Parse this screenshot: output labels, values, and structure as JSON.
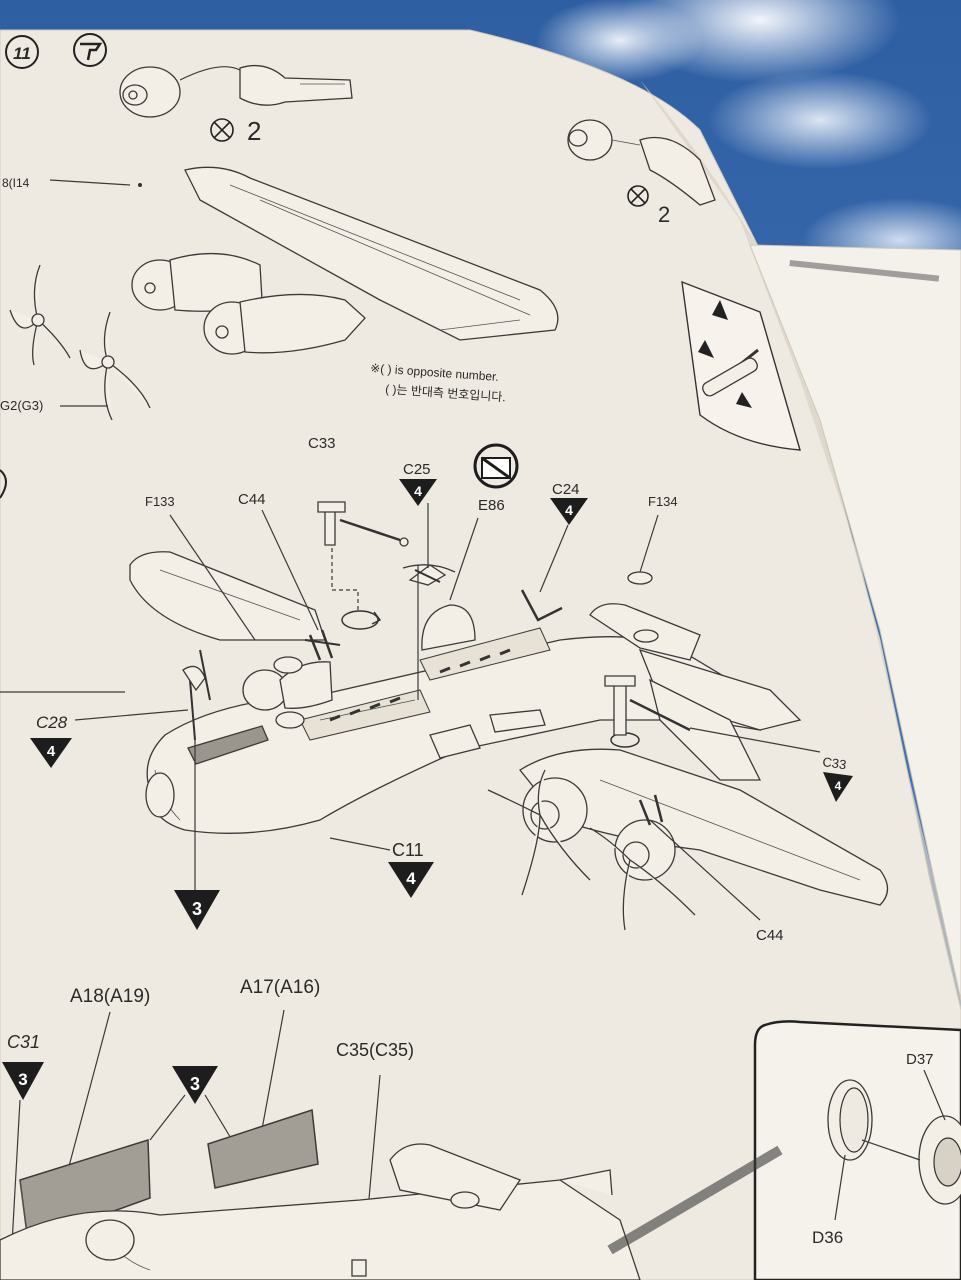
{
  "header": {
    "step_number": "11"
  },
  "instructions": {
    "opposite_number_note_en": "※( ) is opposite number.",
    "opposite_number_note_kr": "( )는 반대측 번호입니다."
  },
  "quantities": {
    "top_left": "2",
    "top_right": "2"
  },
  "parts": {
    "top_left_ref": "8(I14",
    "propeller_ref": "G2(G3)",
    "c33_top": "C33",
    "c25": "C25",
    "c25_count": "4",
    "e86": "E86",
    "c24": "C24",
    "c24_count": "4",
    "f133": "F133",
    "c44_top": "C44",
    "f134": "F134",
    "c28": "C28",
    "c28_count": "4",
    "c33_right": "C33",
    "c33_right_count": "4",
    "c11": "C11",
    "c11_count": "4",
    "left_tri_count": "3",
    "c44_bottom": "C44",
    "a18": "A18(A19)",
    "a17": "A17(A16)",
    "c35": "C35(C35)",
    "c31": "C31",
    "c31_count": "3",
    "a_pair_count": "3",
    "d37": "D37",
    "d36": "D36"
  }
}
